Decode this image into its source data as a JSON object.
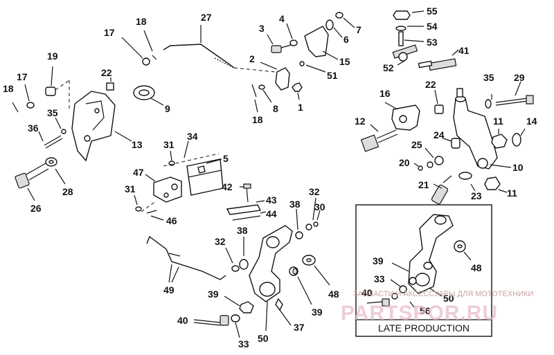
{
  "inset": {
    "title": "LATE PRODUCTION"
  },
  "watermark": {
    "line": "ЗАПЧАСТИ И АКСЕССУАРЫ ДЛЯ МОТОТЕХНИКИ",
    "brand": "PARTSPOR.RU"
  },
  "callouts": {
    "c55": "55",
    "c54": "54",
    "c53": "53",
    "c41": "41",
    "c52": "52",
    "c35a": "35",
    "c29": "29",
    "c22a": "22",
    "c16": "16",
    "c12": "12",
    "c11a": "11",
    "c14": "14",
    "c24": "24",
    "c25": "25",
    "c20": "20",
    "c10": "10",
    "c21": "21",
    "c23": "23",
    "c11b": "11",
    "c18a": "18",
    "c17a": "17",
    "c27": "27",
    "c3": "3",
    "c4": "4",
    "c7": "7",
    "c6": "6",
    "c2": "2",
    "c51": "51",
    "c15": "15",
    "c18b": "18",
    "c8": "8",
    "c1": "1",
    "c19": "19",
    "c17b": "17",
    "c18c": "18",
    "c22b": "22",
    "c9": "9",
    "c35b": "35",
    "c36": "36",
    "c13": "13",
    "c26": "26",
    "c28": "28",
    "c31a": "31",
    "c34": "34",
    "c5": "5",
    "c47": "47",
    "c31b": "31",
    "c46": "46",
    "c42": "42",
    "c43": "43",
    "c44": "44",
    "c38a": "38",
    "c30": "30",
    "c32a": "32",
    "c38b": "38",
    "c32b": "32",
    "c49": "49",
    "c39a": "39",
    "c40a": "40",
    "c33a": "33",
    "c50a": "50",
    "c37": "37",
    "c39b": "39",
    "c48a": "48",
    "c39c": "39",
    "c33b": "33",
    "c40b": "40",
    "c56": "56",
    "c50b": "50",
    "c48b": "48"
  }
}
